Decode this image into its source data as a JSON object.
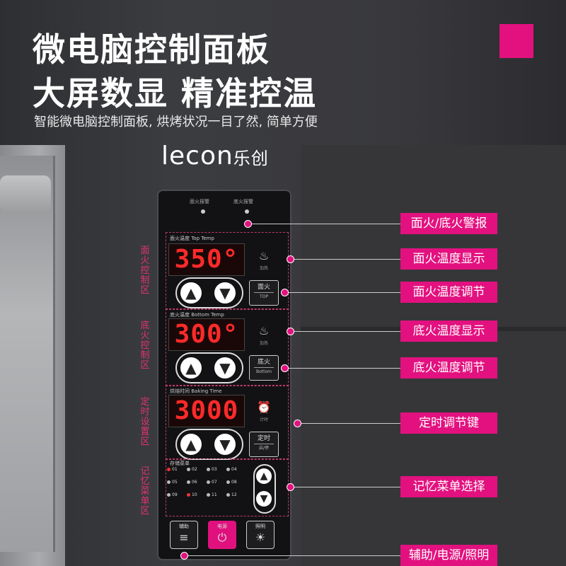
{
  "header": {
    "title_line1": "微电脑控制面板",
    "title_line2": "大屏数显 精准控温",
    "subtitle": "智能微电脑控制面板, 烘烤状况一目了然, 简单方便"
  },
  "brand": {
    "logo_text": "lecon",
    "logo_cn": "乐创",
    "accent_color": "#e3117f"
  },
  "panel": {
    "alarm": {
      "top_label": "面火报警",
      "bottom_label": "底火报警"
    },
    "top_zone": {
      "vertical_label": "面火控制区",
      "head_label": "面火温度 Top Temp",
      "display": "350°",
      "icon_caption": "加热",
      "mode_button": {
        "line1": "面火",
        "line2": "TOP"
      }
    },
    "bottom_zone": {
      "vertical_label": "底火控制区",
      "head_label": "底火温度 Bottom Temp",
      "display": "300°",
      "icon_caption": "加热",
      "mode_button": {
        "line1": "底火",
        "line2": "Bottom"
      }
    },
    "timer_zone": {
      "vertical_label": "定时设置区",
      "head_label": "烘焙时间 Baking Time",
      "display": "3000",
      "icon_caption": "计时",
      "mode_button": {
        "line1": "定时",
        "line2": "启/停"
      }
    },
    "memory_zone": {
      "vertical_label": "记忆菜单区",
      "head_label": "存储菜单",
      "items": [
        "01",
        "02",
        "03",
        "04",
        "05",
        "06",
        "07",
        "08",
        "09",
        "10",
        "11",
        "12"
      ],
      "active_items": [
        "01",
        "10"
      ]
    },
    "bottom_buttons": [
      {
        "label": "辅助",
        "icon": "menu-icon"
      },
      {
        "label": "电源",
        "icon": "power-icon"
      },
      {
        "label": "照明",
        "icon": "light-icon"
      }
    ]
  },
  "callouts": [
    "面火/底火警报",
    "面火温度显示",
    "面火温度调节",
    "底火温度显示",
    "底火温度调节",
    "定时调节键",
    "记忆菜单选择",
    "辅助/电源/照明"
  ]
}
